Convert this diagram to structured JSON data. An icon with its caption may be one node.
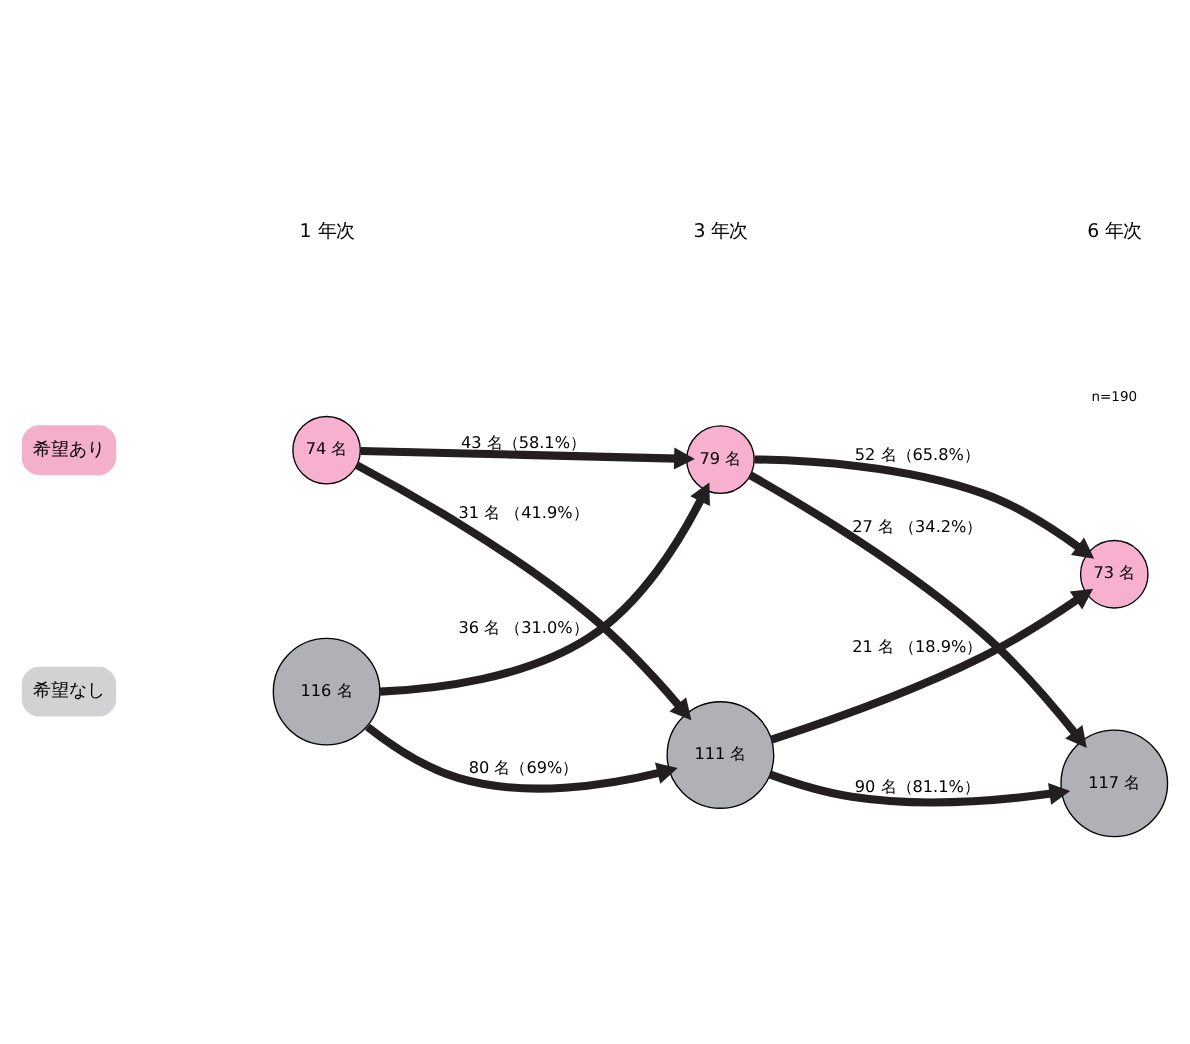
{
  "diagram": {
    "nodes": [
      {
        "text": [
          "希望あり"
        ]
      },
      {
        "text": [
          "74 名"
        ]
      },
      {
        "text": [
          "79 名"
        ]
      },
      {
        "text": [
          "73 名"
        ]
      },
      {
        "text": [
          "希望なし"
        ]
      },
      {
        "text": [
          "116 名"
        ]
      },
      {
        "text": [
          "111 名"
        ]
      },
      {
        "text": [
          "117 名"
        ]
      }
    ],
    "edges": [
      {
        "from": 1,
        "to": 2,
        "arrow": "to",
        "label": "43 名（58.1%）"
      },
      {
        "from": 1,
        "to": 6,
        "arrow": "to",
        "label": "31 名 （41.9%）"
      },
      {
        "from": 5,
        "to": 2,
        "arrow": "to",
        "label": "36 名 （31.0%）"
      },
      {
        "from": 5,
        "to": 6,
        "arrow": "to",
        "label": "80 名（69%）"
      },
      {
        "from": 2,
        "to": 3,
        "arrow": "to",
        "label": "52 名（65.8%）"
      },
      {
        "from": 2,
        "to": 7,
        "arrow": "to",
        "label": "27 名 （34.2%）"
      },
      {
        "from": 6,
        "to": 3,
        "arrow": "to",
        "label": "21 名 （18.9%）"
      },
      {
        "from": 6,
        "to": 7,
        "arrow": "to",
        "label": "90 名（81.1%）"
      }
    ],
    "labels": [
      "n=190",
      "1 年次",
      "3 年次",
      "6 年次"
    ]
  }
}
